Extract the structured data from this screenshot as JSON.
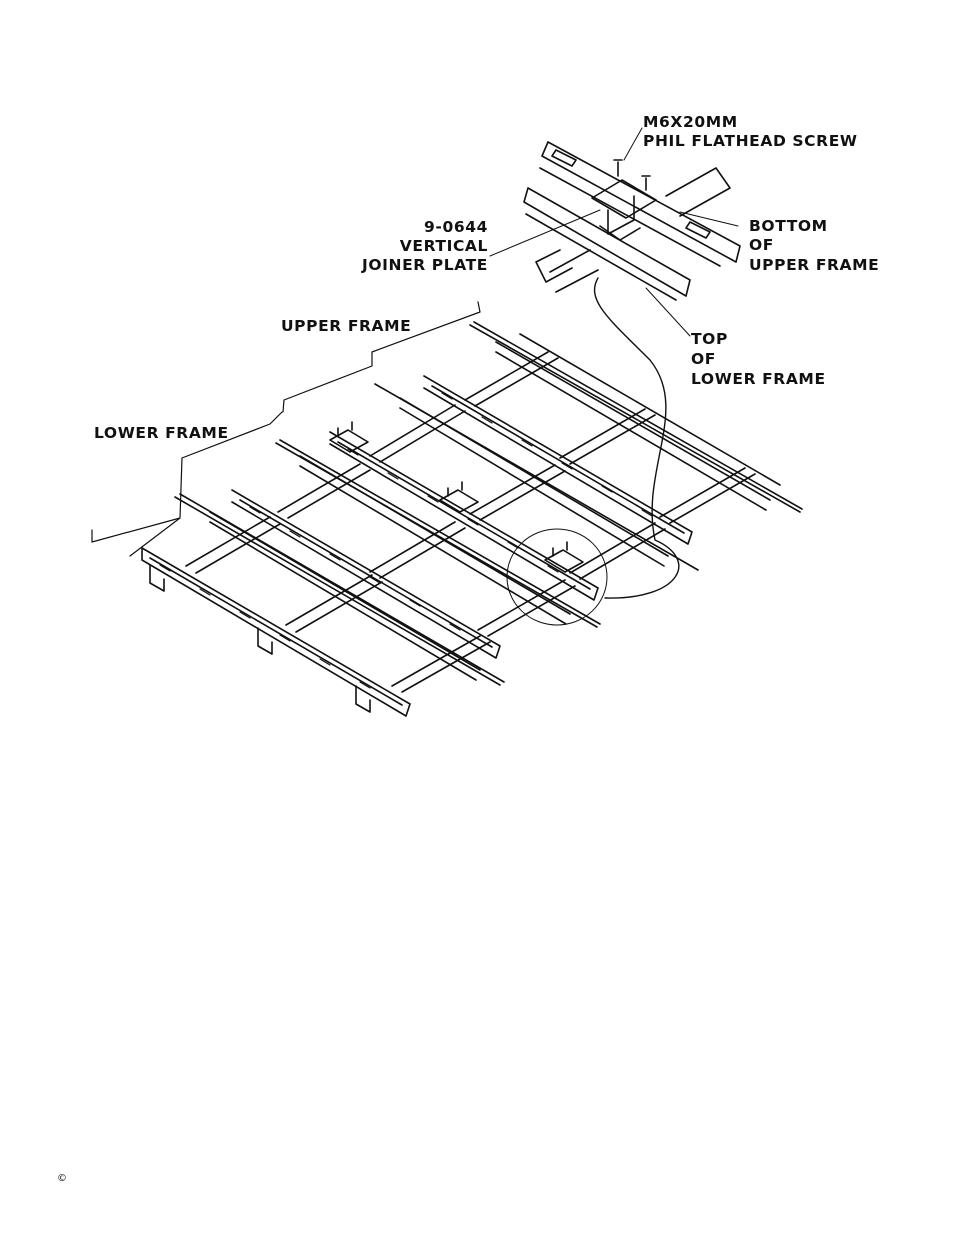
{
  "labels": {
    "screw": [
      "M6X20MM",
      "PHIL FLATHEAD SCREW"
    ],
    "joiner_plate": [
      "9-0644",
      "VERTICAL",
      "JOINER PLATE"
    ],
    "bottom_upper": [
      "BOTTOM",
      "OF",
      "UPPER FRAME"
    ],
    "top_lower": [
      "TOP",
      "OF",
      "LOWER FRAME"
    ],
    "upper_frame": "UPPER FRAME",
    "lower_frame": "LOWER FRAME"
  },
  "footer": {
    "copyright": "©"
  }
}
